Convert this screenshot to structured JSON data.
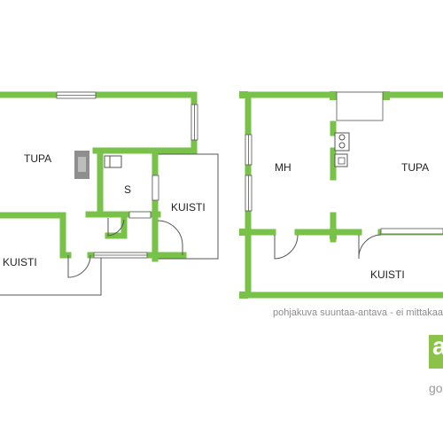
{
  "rooms_left": {
    "tupa": "TUPA",
    "s": "S",
    "kuisti_right": "KUISTI",
    "kuisti_bottom": "KUISTI"
  },
  "rooms_right": {
    "mh": "MH",
    "tupa": "TUPA",
    "kuisti": "KUISTI"
  },
  "caption": "pohjakuva suuntaa-antava - ei mittakaava",
  "brand": {
    "logo_letter": "a",
    "name": "go",
    "color": "#8ac24a"
  },
  "colors": {
    "wall": "#79c24a",
    "outline": "#555555",
    "stove": "#8e8e8e"
  }
}
